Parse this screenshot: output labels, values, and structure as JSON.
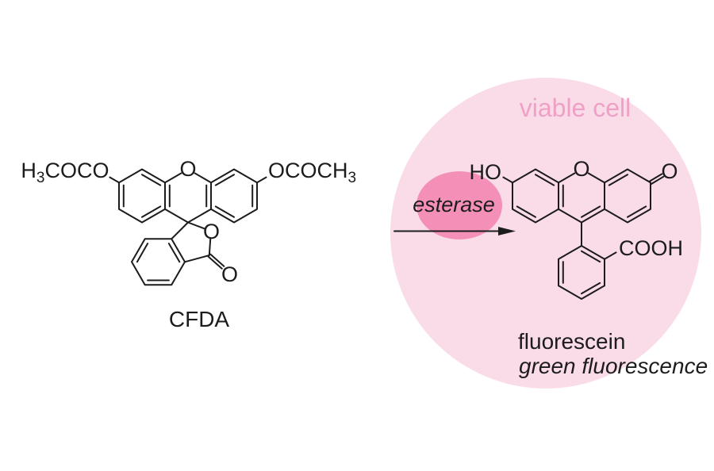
{
  "reaction": {
    "substrate": {
      "label": "CFDA",
      "left_ester": {
        "h": "H",
        "sub": "3",
        "rest": "COCO"
      },
      "right_ester": {
        "main": "OCOCH",
        "sub": "3"
      },
      "xanthene_o": "O",
      "lactone_o": "O",
      "carbonyl_o": "O"
    },
    "enzyme_label": "esterase",
    "cell_label": "viable cell",
    "product": {
      "label": "fluorescein",
      "property": "green fluorescence",
      "hydroxyl": "HO",
      "xanthene_o": "O",
      "ketone_o": "O",
      "carboxyl": "COOH"
    }
  },
  "colors": {
    "cell_fill": "#fadce9",
    "cell_label": "#f0a0c6",
    "enzyme_fill": "#f48fb8",
    "ink": "#1c1c1c",
    "background": "#ffffff"
  }
}
